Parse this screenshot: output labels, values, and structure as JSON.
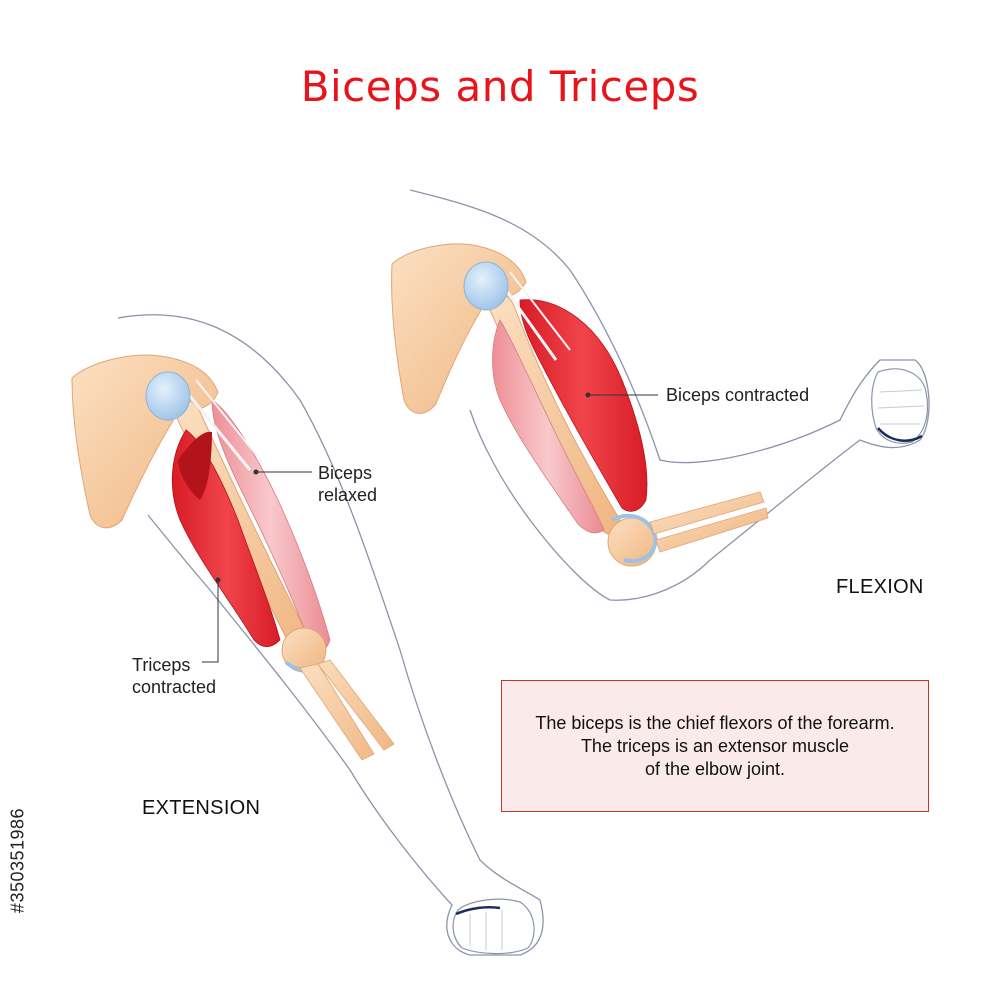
{
  "title": "Biceps and Triceps",
  "labels": {
    "biceps_relaxed_line1": "Biceps",
    "biceps_relaxed_line2": "relaxed",
    "triceps_contracted_line1": "Triceps",
    "triceps_contracted_line2": "contracted",
    "biceps_contracted": "Biceps contracted",
    "extension": "EXTENSION",
    "flexion": "FLEXION"
  },
  "info": {
    "line1": "The biceps is the chief flexors of the forearm.",
    "line2": "The triceps is an extensor muscle",
    "line3": "of the elbow joint."
  },
  "stock_id": "#350351986",
  "colors": {
    "title": "#e8141b",
    "bone": "#f6c89c",
    "muscle_contracted": "#e8323a",
    "muscle_relaxed": "#f2a3a8",
    "joint": "#bcd8f2",
    "box_border": "#c0392b",
    "box_fill": "#fbeaea"
  }
}
